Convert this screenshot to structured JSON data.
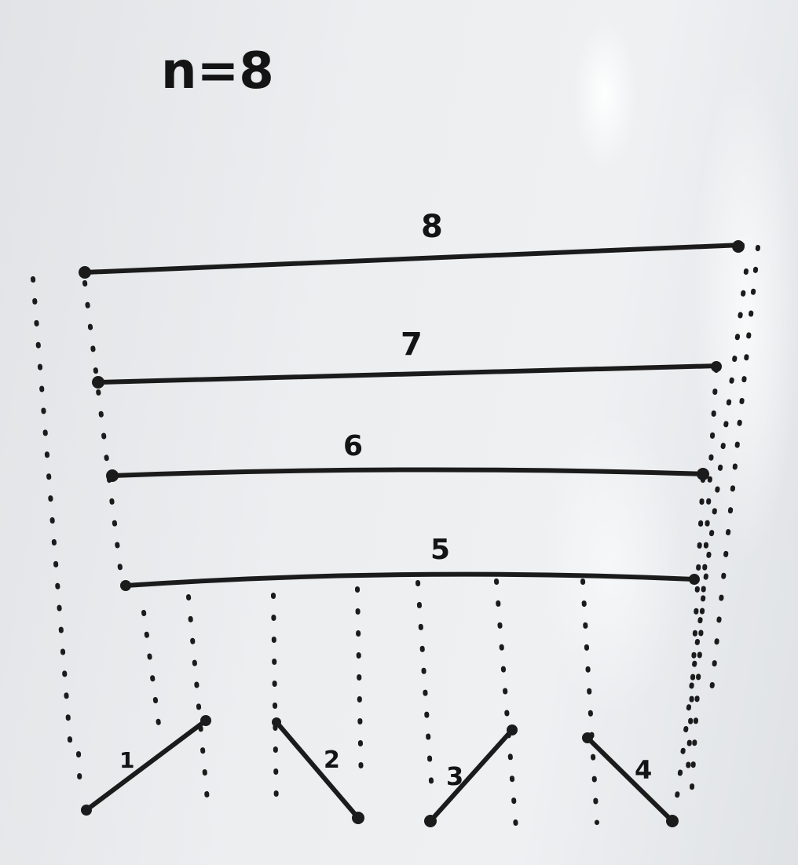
{
  "title": "n=8",
  "ink_color": "#1b1b1b",
  "board_color": "#eceef0",
  "level_labels": [
    "8",
    "7",
    "6",
    "5"
  ],
  "segment_labels": [
    "1",
    "2",
    "3",
    "4"
  ]
}
